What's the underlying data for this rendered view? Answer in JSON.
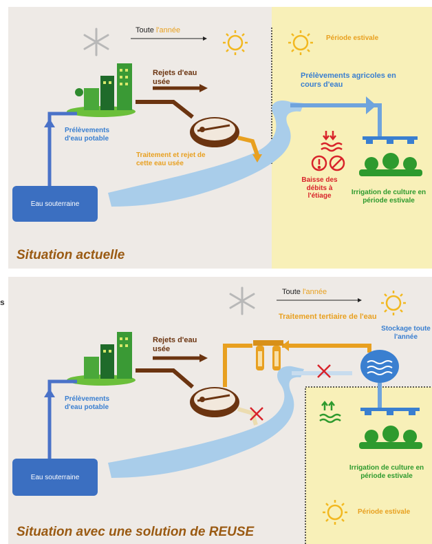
{
  "edge_letter": "s",
  "panel1": {
    "top_label_prefix": "Toute ",
    "top_label_accent": "l'année",
    "summer_label": "Période estivale",
    "wastewater_label": "Rejets d'eau usée",
    "agri_withdrawal_label": "Prélèvements agricoles en cours d'eau",
    "drinking_withdrawal_label": "Prélèvements d'eau potable",
    "treatment_label": "Traitement et rejet de cette eau usée",
    "low_flow_label": "Baisse des débits à l'étiage",
    "irrigation_label": "Irrigation de culture en période estivale",
    "groundwater_label": "Eau souterraine",
    "situation_label": "Situation actuelle"
  },
  "panel2": {
    "top_label_prefix": "Toute ",
    "top_label_accent": "l'année",
    "tertiary_label": "Traitement tertiaire de l'eau",
    "storage_label": "Stockage toute l'année",
    "wastewater_label": "Rejets d'eau usée",
    "drinking_withdrawal_label": "Prélèvements d'eau potable",
    "irrigation_label": "Irrigation de culture en période estivale",
    "summer_label": "Période estivale",
    "groundwater_label": "Eau souterraine",
    "situation_label": "Situation avec une solution de REUSE"
  },
  "colors": {
    "blue": "#3a7fd0",
    "dark_blue": "#3b6fc1",
    "brown": "#6b3410",
    "orange": "#e8a020",
    "green": "#2e9a2e",
    "red": "#d8232a",
    "summer_bg": "#f8f0b8",
    "panel_bg": "#eeeae6"
  }
}
